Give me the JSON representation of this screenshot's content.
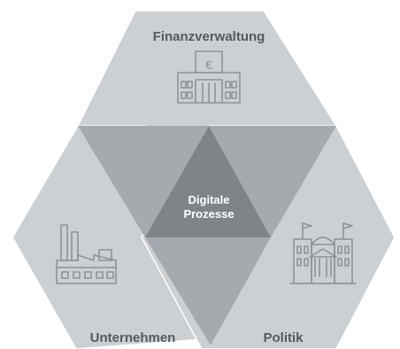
{
  "diagram": {
    "top_label": "Finanzverwaltung",
    "bottom_left_label": "Unternehmen",
    "bottom_right_label": "Politik",
    "center_label_line1": "Digitale",
    "center_label_line2": "Prozesse",
    "top_icon_symbol": "€",
    "icons": {
      "top": "bank-building-icon",
      "left": "factory-icon",
      "right": "parliament-building-icon"
    }
  },
  "colors": {
    "hexagon": "#cdd0d3",
    "overlap": "#a5aaae",
    "center": "#7e8488",
    "label": "#555a5e",
    "icon": "#8e9397"
  }
}
